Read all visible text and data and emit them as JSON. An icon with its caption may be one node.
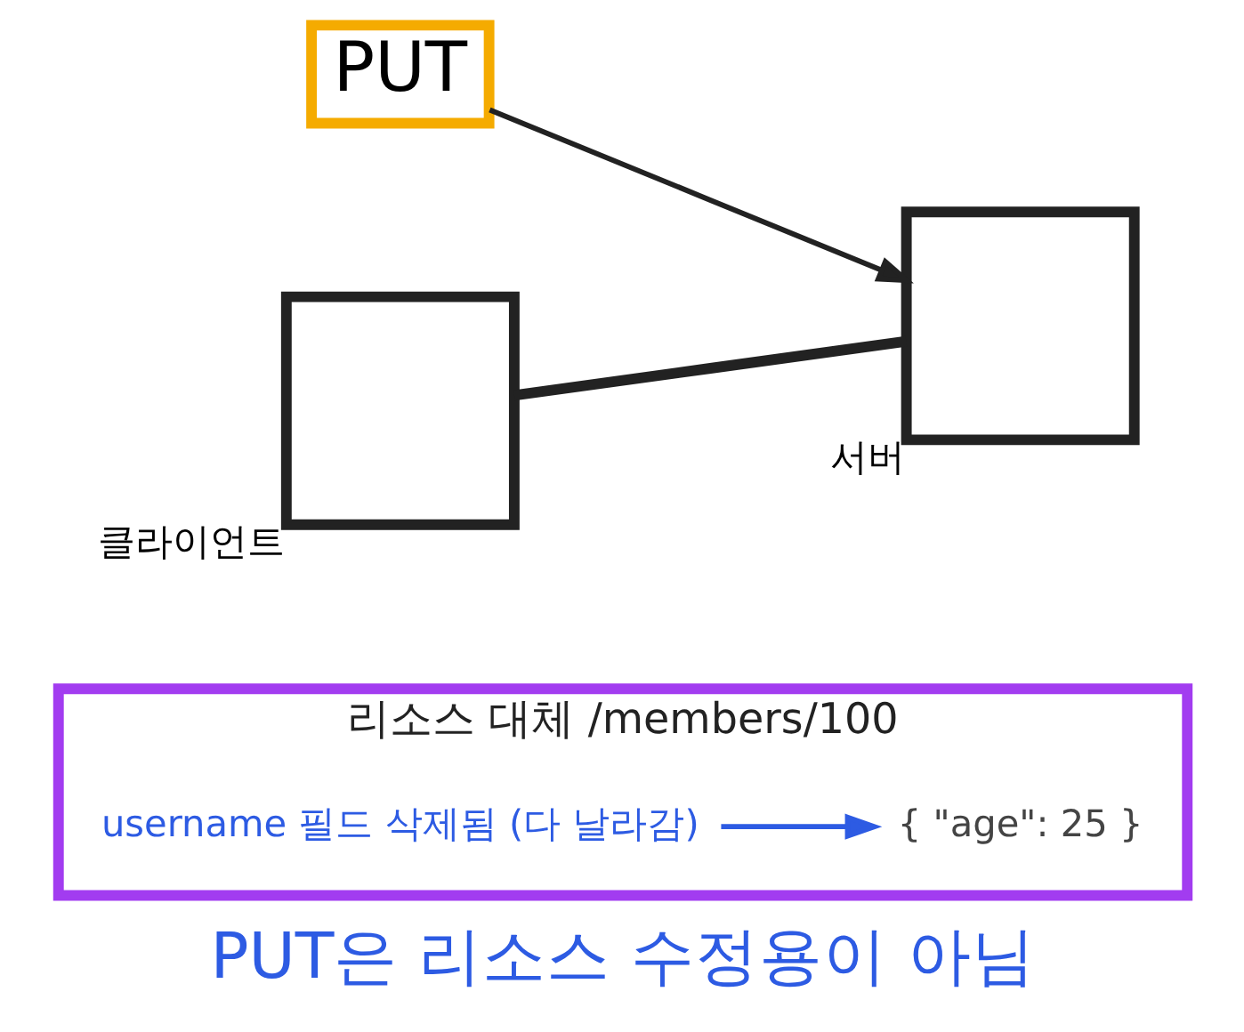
{
  "diagram": {
    "caption": "PUT은 리소스 수정용이 아님",
    "nodes": [
      {
        "text": [
          "리소스 대체 /members/100"
        ]
      },
      {
        "text": [
          "{ \"age\": 25 }"
        ],
        "in": 0
      },
      {
        "text": [
          "username 필드 삭제됨 (다 날라감)"
        ],
        "in": 0
      },
      {
        "text": [
          "PUT"
        ]
      },
      {
        "text": [],
        "shape": "box",
        "beside": [
          "클라이언트"
        ]
      },
      {
        "text": [],
        "shape": "box",
        "beside": [
          "서버"
        ]
      }
    ],
    "edges": [
      {
        "from": 2,
        "to": 1,
        "arrow": "to",
        "color": "#2d5be3"
      },
      {
        "from": 3,
        "to": 5,
        "arrow": "to"
      },
      {
        "from": 4,
        "to": 5,
        "arrow": "none",
        "style": "thick"
      }
    ]
  }
}
